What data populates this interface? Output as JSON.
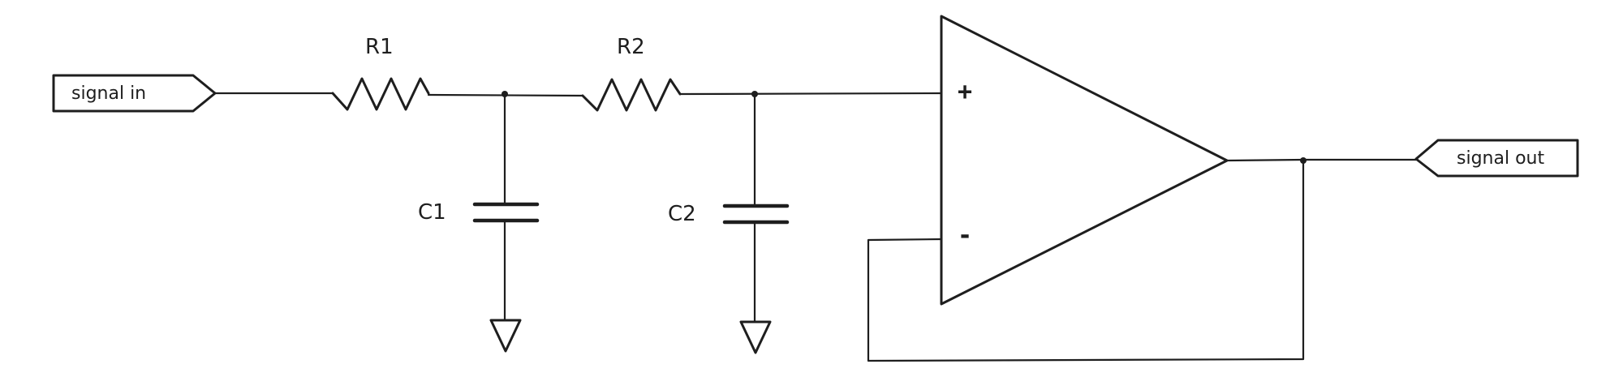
{
  "ports": {
    "input_label": "signal in",
    "output_label": "signal out"
  },
  "components": {
    "r1": "R1",
    "r2": "R2",
    "c1": "C1",
    "c2": "C2",
    "opamp_plus": "+",
    "opamp_minus": "-"
  },
  "colors": {
    "tag_fill": "#ffec99",
    "ground_fill": "#ced4da",
    "stroke": "#1e1e1e"
  }
}
